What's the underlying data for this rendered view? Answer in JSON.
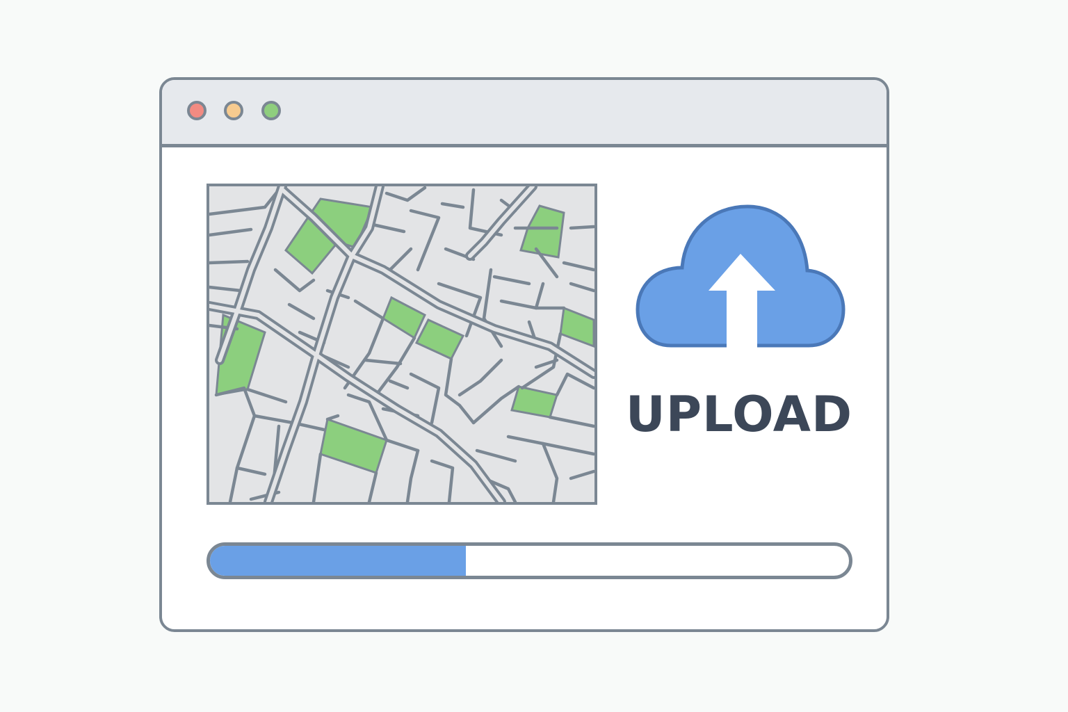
{
  "window": {
    "controls": [
      {
        "name": "close",
        "color": "#f28b82"
      },
      {
        "name": "minimize",
        "color": "#f7cb8f"
      },
      {
        "name": "maximize",
        "color": "#8fce7e"
      }
    ]
  },
  "map": {
    "road_color": "#7b8793",
    "block_color": "#e3e4e6",
    "park_color": "#8ccf7e"
  },
  "upload": {
    "label": "UPLOAD",
    "icon": "cloud-upload-icon",
    "cloud_color": "#6aa0e6",
    "cloud_outline": "#4a78b8"
  },
  "progress": {
    "fraction": 0.4,
    "fill_color": "#6aa0e6"
  }
}
